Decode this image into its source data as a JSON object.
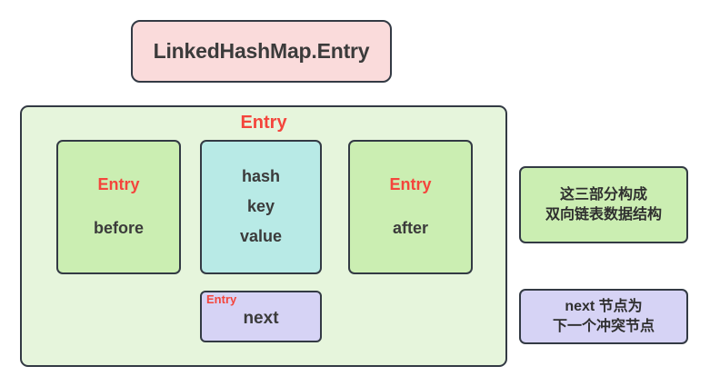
{
  "diagram": {
    "title_card": {
      "label": "LinkedHashMap.Entry"
    },
    "entry_container": {
      "title": "Entry",
      "fields": [
        {
          "type_label": "Entry",
          "name": "before"
        },
        {
          "names": [
            "hash",
            "key",
            "value"
          ]
        },
        {
          "type_label": "Entry",
          "name": "after"
        }
      ],
      "next_field": {
        "type_label": "Entry",
        "name": "next"
      }
    },
    "annotations": [
      {
        "text": "这三部分构成\n双向链表数据结构"
      },
      {
        "text": "next 节点为\n下一个冲突节点"
      }
    ],
    "colors": {
      "title_card_fill": "#fadbdb",
      "container_fill": "#e6f5dc",
      "green_box_fill": "#cbeeb2",
      "blue_box_fill": "#b8eae6",
      "purple_box_fill": "#d6d3f5",
      "border": "#333a44",
      "type_label_text": "#f4453c",
      "body_text": "#3b3b3b"
    }
  }
}
